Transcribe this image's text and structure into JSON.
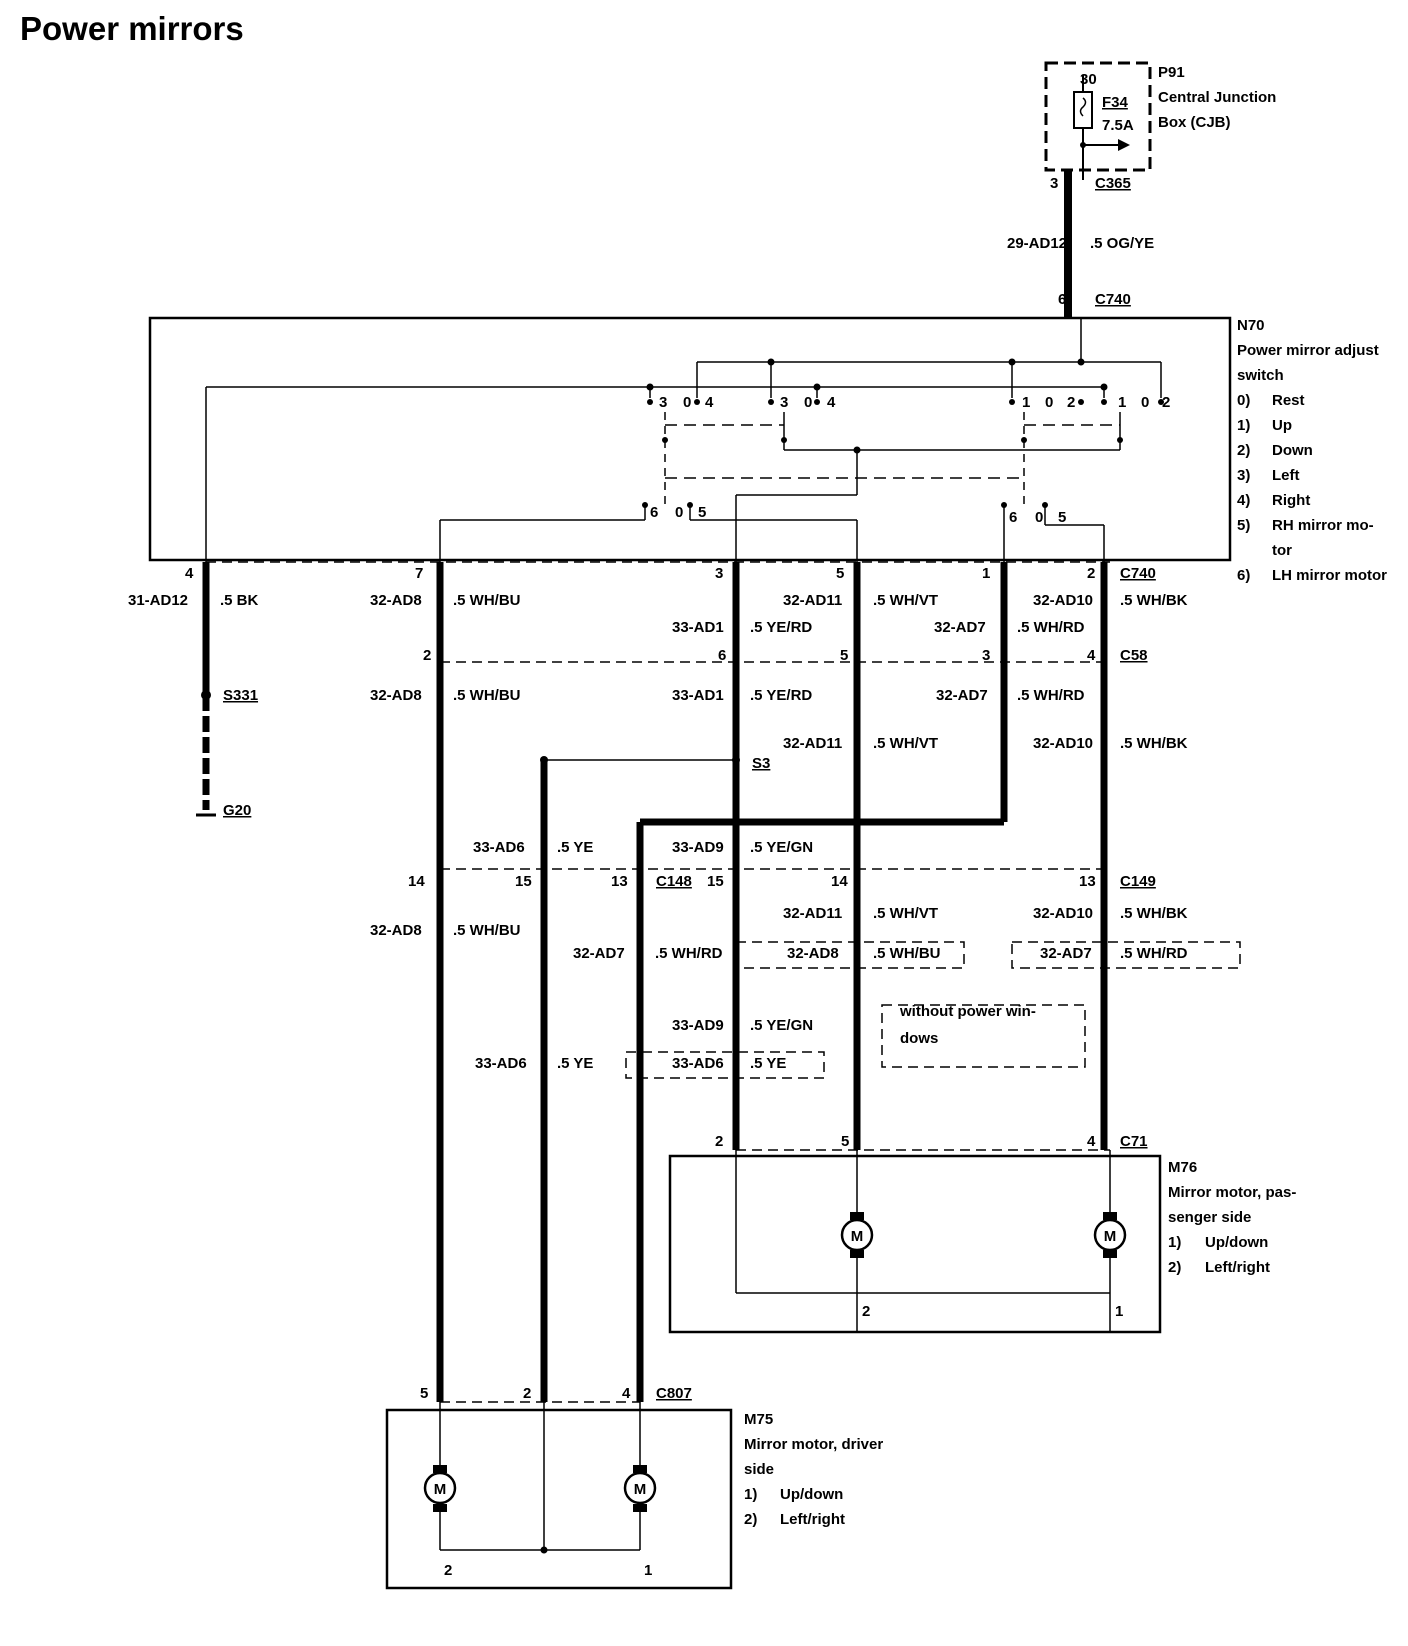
{
  "title": "Power mirrors",
  "components": {
    "p91": {
      "id": "P91",
      "line1": "Central Junction",
      "line2": "Box (CJB)",
      "fuse": "F34",
      "rating": "7.5A",
      "pin": "30"
    },
    "n70": {
      "id": "N70",
      "desc1": "Power mirror adjust",
      "desc2": "switch",
      "legend": [
        {
          "n": "0)",
          "t": "Rest"
        },
        {
          "n": "1)",
          "t": "Up"
        },
        {
          "n": "2)",
          "t": "Down"
        },
        {
          "n": "3)",
          "t": "Left"
        },
        {
          "n": "4)",
          "t": "Right"
        },
        {
          "n": "5)",
          "t": "RH mirror mo-",
          "t2": "tor"
        },
        {
          "n": "6)",
          "t": "LH mirror motor"
        }
      ]
    },
    "m76": {
      "id": "M76",
      "desc1": "Mirror motor, pas-",
      "desc2": "senger side",
      "legend": [
        {
          "n": "1)",
          "t": "Up/down"
        },
        {
          "n": "2)",
          "t": "Left/right"
        }
      ],
      "motor": "M",
      "pin_left": "2",
      "pin_right": "1"
    },
    "m75": {
      "id": "M75",
      "desc1": "Mirror motor, driver",
      "desc2": "side",
      "legend": [
        {
          "n": "1)",
          "t": "Up/down"
        },
        {
          "n": "2)",
          "t": "Left/right"
        }
      ],
      "motor": "M",
      "pin_left": "2",
      "pin_right": "1"
    }
  },
  "connectors": {
    "c365": "C365",
    "c740a": "C740",
    "c740b": "C740",
    "c58": "C58",
    "c148": "C148",
    "c149": "C149",
    "c71": "C71",
    "c807": "C807",
    "s331": "S331",
    "g20": "G20",
    "s3": "S3"
  },
  "pins": {
    "c365": "3",
    "c740top": "6",
    "c740": [
      "4",
      "7",
      "3",
      "5",
      "1",
      "2"
    ],
    "c58": [
      "2",
      "6",
      "5",
      "3",
      "4"
    ],
    "c148": [
      "14",
      "15",
      "13"
    ],
    "c149": [
      "15",
      "14",
      "13"
    ],
    "c71": [
      "2",
      "5",
      "4"
    ],
    "c807": [
      "5",
      "2",
      "4"
    ]
  },
  "switch": {
    "left_group_a": [
      "3",
      "0",
      "4"
    ],
    "left_group_b": [
      "3",
      "0",
      "4"
    ],
    "right_group_a": [
      "1",
      "0",
      "2"
    ],
    "right_group_b": [
      "1",
      "0",
      "2"
    ],
    "lower_left": [
      "6",
      "0",
      "5"
    ],
    "lower_right": [
      "6",
      "0",
      "5"
    ]
  },
  "wires": {
    "w_top": {
      "code": "29-AD12",
      "spec": ".5 OG/YE"
    },
    "w_gnd": {
      "code": "31-AD12",
      "spec": ".5 BK"
    },
    "r1a": {
      "code": "32-AD8",
      "spec": ".5 WH/BU"
    },
    "r1b": {
      "code": "32-AD11",
      "spec": ".5 WH/VT"
    },
    "r1c": {
      "code": "32-AD10",
      "spec": ".5 WH/BK"
    },
    "r2a": {
      "code": "33-AD1",
      "spec": ".5 YE/RD"
    },
    "r2b": {
      "code": "32-AD7",
      "spec": ".5 WH/RD"
    },
    "r3a": {
      "code": "32-AD8",
      "spec": ".5 WH/BU"
    },
    "r3b": {
      "code": "33-AD1",
      "spec": ".5 YE/RD"
    },
    "r3c": {
      "code": "32-AD7",
      "spec": ".5 WH/RD"
    },
    "r4a": {
      "code": "32-AD11",
      "spec": ".5 WH/VT"
    },
    "r4b": {
      "code": "32-AD10",
      "spec": ".5 WH/BK"
    },
    "r5a": {
      "code": "33-AD6",
      "spec": ".5 YE"
    },
    "r5b": {
      "code": "33-AD9",
      "spec": ".5 YE/GN"
    },
    "r6a": {
      "code": "32-AD11",
      "spec": ".5 WH/VT"
    },
    "r6b": {
      "code": "32-AD10",
      "spec": ".5 WH/BK"
    },
    "r7a": {
      "code": "32-AD8",
      "spec": ".5 WH/BU"
    },
    "r8a": {
      "code": "32-AD7",
      "spec": ".5 WH/RD"
    },
    "r8b": {
      "code": "32-AD8",
      "spec": ".5 WH/BU"
    },
    "r8c": {
      "code": "32-AD7",
      "spec": ".5 WH/RD"
    },
    "r9a": {
      "code": "33-AD9",
      "spec": ".5 YE/GN"
    },
    "r10a": {
      "code": "33-AD6",
      "spec": ".5 YE"
    },
    "r10b": {
      "code": "33-AD6",
      "spec": ".5 YE"
    }
  },
  "notes": {
    "npw1": "without power win-",
    "npw2": "dows"
  }
}
